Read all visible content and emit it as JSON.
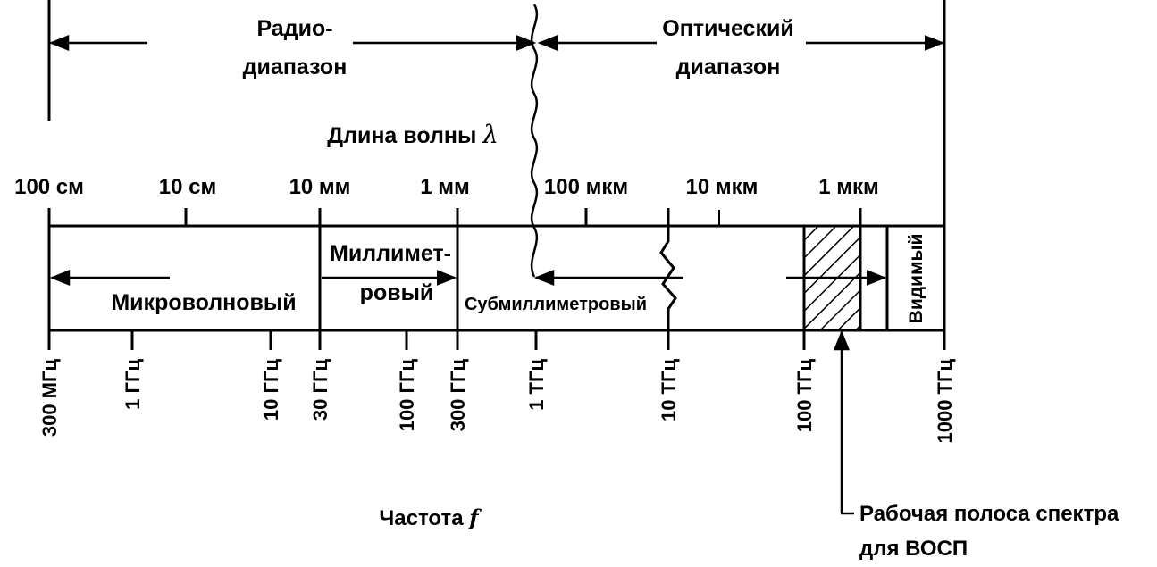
{
  "bands": {
    "radio": [
      "Радио-",
      "диапазон"
    ],
    "optical": [
      "Оптический",
      "диапазон"
    ]
  },
  "wavelength_label": "Длина волны",
  "wavelength_symbol": "λ",
  "wavelength_ticks": [
    "100 см",
    "10 см",
    "10 мм",
    "1 мм",
    "100 мкм",
    "10 мкм",
    "1 мкм"
  ],
  "regions": {
    "microwave": "Микроволновый",
    "millimeter": [
      "Миллимет-",
      "ровый"
    ],
    "submillimeter": "Субмиллиметровый",
    "visible": "Видимый"
  },
  "frequency_ticks": [
    "300 МГц",
    "1 ГГц",
    "10 ГГц",
    "30 ГГц",
    "100 ГГц",
    "300 ГГц",
    "1 ТГц",
    "10 ТГц",
    "100 ТГц",
    "1000 ТГц"
  ],
  "frequency_label": "Частота",
  "frequency_symbol": "f",
  "working_band_label": [
    "Рабочая полоса спектра",
    "для ВОСП"
  ]
}
